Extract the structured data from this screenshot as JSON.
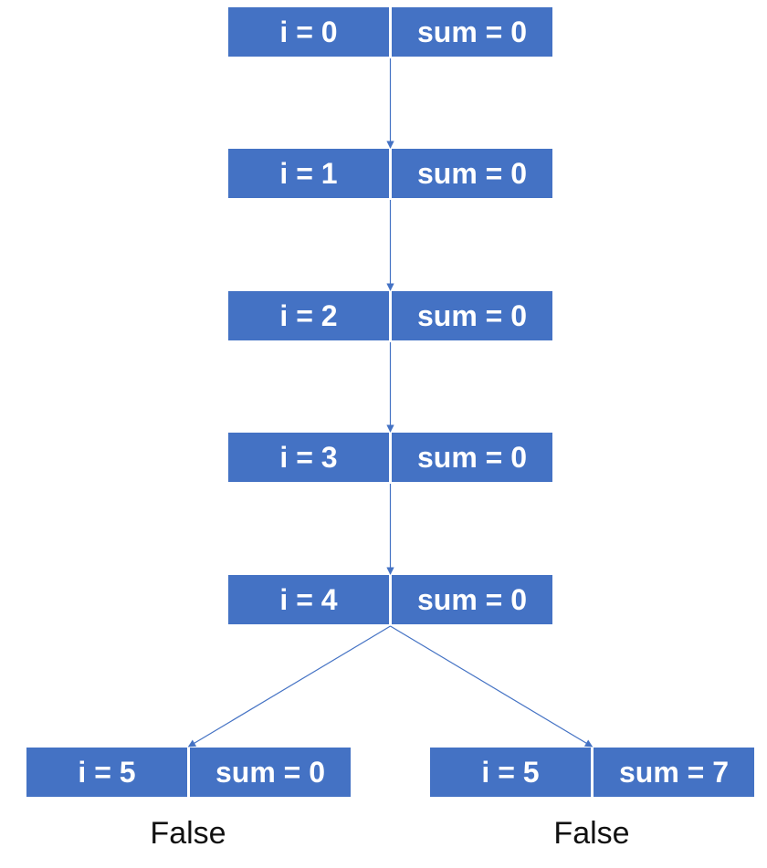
{
  "diagram": {
    "box_color": "#4472c4",
    "text_color": "#ffffff",
    "edge_color": "#4472c4",
    "nodes": [
      {
        "i_label": "i = 0",
        "sum_label": "sum = 0"
      },
      {
        "i_label": "i = 1",
        "sum_label": "sum = 0"
      },
      {
        "i_label": "i = 2",
        "sum_label": "sum = 0"
      },
      {
        "i_label": "i = 3",
        "sum_label": "sum = 0"
      },
      {
        "i_label": "i = 4",
        "sum_label": "sum = 0"
      },
      {
        "i_label": "i = 5",
        "sum_label": "sum = 0"
      },
      {
        "i_label": "i = 5",
        "sum_label": "sum = 7"
      }
    ],
    "edges": [
      {
        "from": 0,
        "to": 1
      },
      {
        "from": 1,
        "to": 2
      },
      {
        "from": 2,
        "to": 3
      },
      {
        "from": 3,
        "to": 4
      },
      {
        "from": 4,
        "to": 5
      },
      {
        "from": 4,
        "to": 6
      }
    ],
    "leaf_captions": [
      "False",
      "False"
    ]
  }
}
